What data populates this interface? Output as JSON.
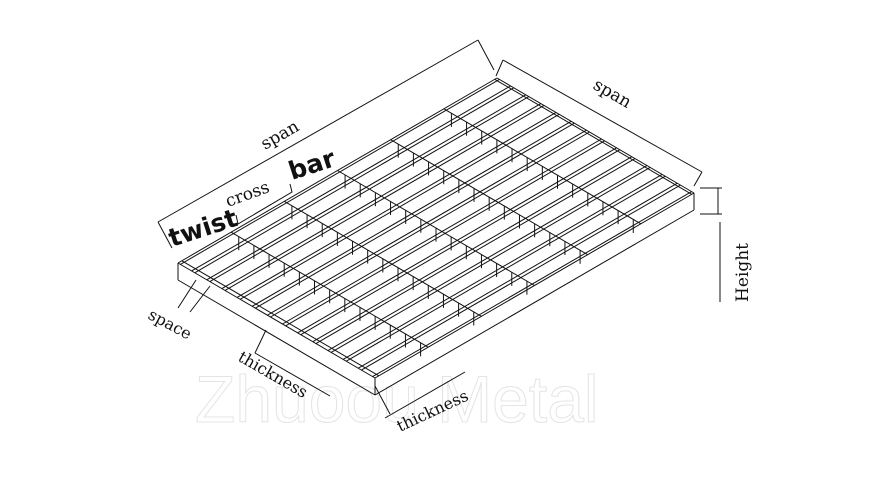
{
  "labels": {
    "span_long": "span",
    "span_short": "span",
    "twist": "twist",
    "cross": "cross",
    "bar": "bar",
    "space": "space",
    "thickness_left": "thickness",
    "thickness_right": "thickness",
    "height": "Height"
  },
  "watermark": "Zhuoou Metal",
  "colors": {
    "line": "#111111",
    "background": "#ffffff"
  }
}
